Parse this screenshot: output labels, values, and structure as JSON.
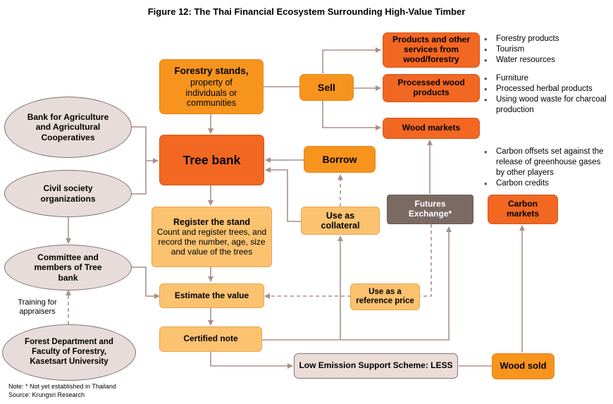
{
  "title": "Figure 12: The Thai Financial Ecosystem Surrounding High-Value Timber",
  "nodes": {
    "forestry_title": "Forestry stands,",
    "forestry_body": "property of individuals or communities",
    "sell": "Sell",
    "products_services": "Products and other services from wood/forestry",
    "processed_wood": "Processed wood products",
    "wood_markets": "Wood markets",
    "tree_bank": "Tree bank",
    "borrow": "Borrow",
    "baac": "Bank for Agriculture and Agricultural Cooperatives",
    "civil_society": "Civil society organizations",
    "register_title": "Register the stand",
    "register_body": "Count and register trees, and record the number, age, size and value of the trees",
    "use_collateral": "Use as collateral",
    "futures_exchange": "Futures Exchange*",
    "carbon_markets": "Carbon markets",
    "committee": "Committee and members of Tree bank",
    "estimate_value": "Estimate the value",
    "reference_price": "Use as a reference price",
    "training": "Training for appraisers",
    "forest_dept": "Forest Department and Faculty of Forestry, Kasetsart University",
    "certified_note": "Certified note",
    "less": "Low Emission Support Scheme: LESS",
    "wood_sold": "Wood sold"
  },
  "bullets": {
    "products": [
      "Forestry products",
      "Tourism",
      "Water resources"
    ],
    "processed": [
      "Furniture",
      "Processed herbal products",
      "Using wood waste for charcoal production"
    ],
    "carbon": [
      "Carbon offsets set against the release of greenhouse gases by other players",
      "Carbon credits"
    ]
  },
  "notes": {
    "note": "Note: * Not yet established in Thailand",
    "source": "Source: Krungsri Research"
  },
  "colors": {
    "dark_orange": "#f26722",
    "mid_orange": "#f7941d",
    "light_orange": "#fbc270",
    "grey_box": "#7b6a64",
    "oval_fill": "#e8dcda",
    "connector": "#a8918c"
  }
}
